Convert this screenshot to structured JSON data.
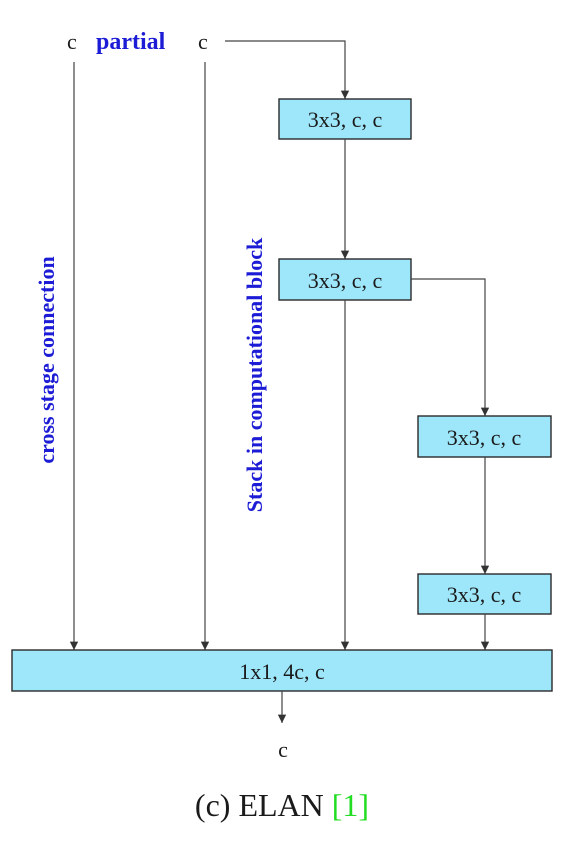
{
  "input": {
    "c_left": "c",
    "partial": "partial",
    "c_right": "c"
  },
  "side_labels": {
    "cross_stage": "cross stage connection",
    "stack": "Stack in computational block"
  },
  "blocks": [
    {
      "label": "3x3, c, c"
    },
    {
      "label": "3x3, c, c"
    },
    {
      "label": "3x3, c, c"
    },
    {
      "label": "3x3, c, c"
    }
  ],
  "transition": {
    "label": "1x1, 4c, c"
  },
  "output": {
    "label": "c"
  },
  "caption": {
    "text": "(c) ELAN ",
    "citation": "[1]",
    "citation_color": "#22dd22"
  },
  "colors": {
    "box_fill": "#9ee7fa",
    "label_blue": "#1c1cd6"
  }
}
